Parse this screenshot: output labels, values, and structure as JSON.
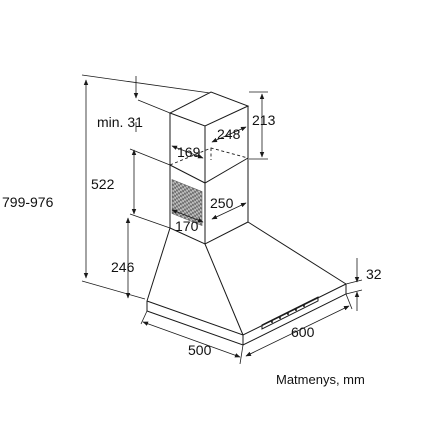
{
  "dimensions": {
    "min_gap": "min. 31",
    "total_height": "799-976",
    "chimney_height": "213",
    "chimney_depth": "248",
    "chimney_width": "169",
    "lower_duct_height": "522",
    "lower_duct_depth": "250",
    "lower_duct_width": "170",
    "canopy_height": "246",
    "base_thickness": "32",
    "width": "500",
    "depth": "600"
  },
  "caption": "Matmenys, mm"
}
